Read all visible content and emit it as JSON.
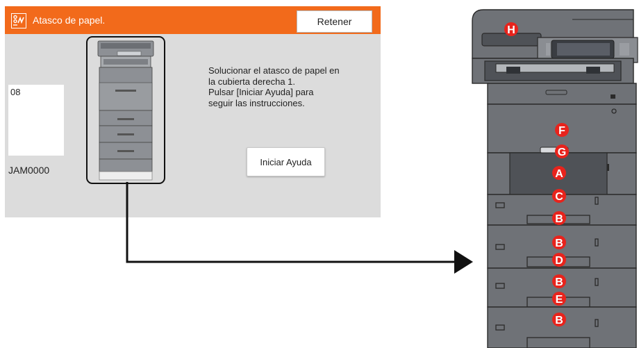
{
  "panel": {
    "title": "Atasco de papel.",
    "retain_label": "Retener",
    "counter": "08",
    "jam_code": "JAM0000",
    "message_lines": [
      "Solucionar el atasco de papel en",
      "la cubierta derecha 1.",
      "Pulsar [Iniciar Ayuda] para",
      "seguir las instrucciones."
    ],
    "help_label": "Iniciar Ayuda"
  },
  "colors": {
    "titlebar": "#f26a1b",
    "panel_bg": "#dcdcdc",
    "badge": "#e8231c",
    "printer_body": "#6f7277"
  },
  "printer_labels": {
    "h": "H",
    "f": "F",
    "g": "G",
    "a": "A",
    "c": "C",
    "b1": "B",
    "b2": "B",
    "d": "D",
    "b3": "B",
    "e": "E",
    "b4": "B"
  }
}
